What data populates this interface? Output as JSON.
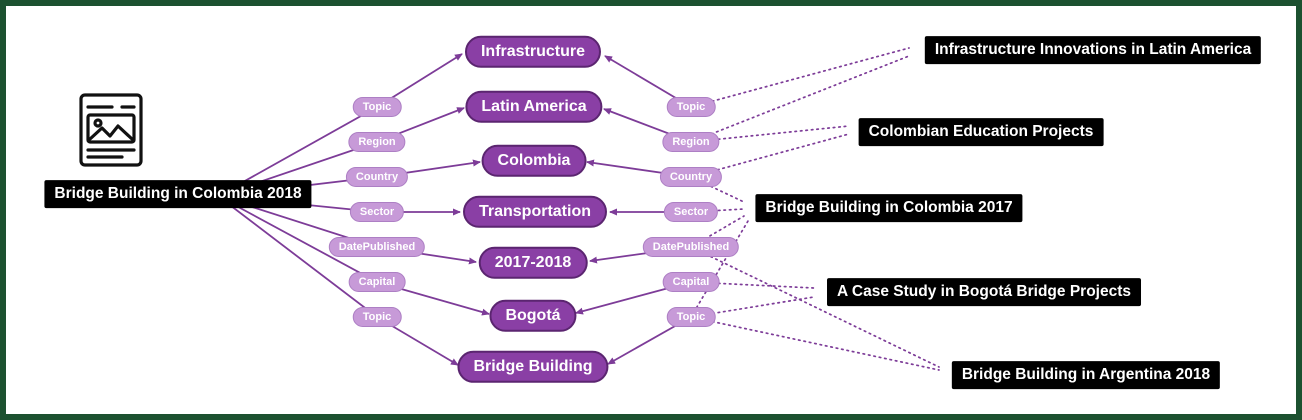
{
  "frame": {
    "border_color": "#1c5130",
    "background": "#ffffff"
  },
  "colors": {
    "entity_fill": "#8a3fa5",
    "entity_border": "#5b2570",
    "relation_fill": "#c79ad8",
    "edge_purple": "#7d3c98",
    "doc_label_bg": "#000000",
    "doc_label_text": "#ffffff"
  },
  "source_document": {
    "label": "Bridge Building in Colombia 2018",
    "icon": "article-icon"
  },
  "entities": [
    "Infrastructure",
    "Latin America",
    "Colombia",
    "Transportation",
    "2017-2018",
    "Bogotá",
    "Bridge Building"
  ],
  "relations_left": [
    "Topic",
    "Region",
    "Country",
    "Sector",
    "DatePublished",
    "Capital",
    "Topic"
  ],
  "relations_right": [
    "Topic",
    "Region",
    "Country",
    "Sector",
    "DatePublished",
    "Capital",
    "Topic"
  ],
  "related_documents": [
    "Infrastructure Innovations in Latin America",
    "Colombian Education Projects",
    "Bridge Building in Colombia 2017",
    "A Case Study in Bogotá Bridge Projects",
    "Bridge Building in Argentina 2018"
  ],
  "graph": {
    "source_edges": [
      {
        "relation": "Topic",
        "target": "Infrastructure"
      },
      {
        "relation": "Region",
        "target": "Latin America"
      },
      {
        "relation": "Country",
        "target": "Colombia"
      },
      {
        "relation": "Sector",
        "target": "Transportation"
      },
      {
        "relation": "DatePublished",
        "target": "2017-2018"
      },
      {
        "relation": "Capital",
        "target": "Bogotá"
      },
      {
        "relation": "Topic",
        "target": "Bridge Building"
      }
    ],
    "related_edges_dotted": [
      {
        "document": "Infrastructure Innovations in Latin America",
        "relation": "Topic"
      },
      {
        "document": "Infrastructure Innovations in Latin America",
        "relation": "Region"
      },
      {
        "document": "Colombian Education Projects",
        "relation": "Region"
      },
      {
        "document": "Colombian Education Projects",
        "relation": "Country"
      },
      {
        "document": "Bridge Building in Colombia 2017",
        "relation": "Country"
      },
      {
        "document": "Bridge Building in Colombia 2017",
        "relation": "Sector"
      },
      {
        "document": "Bridge Building in Colombia 2017",
        "relation": "DatePublished"
      },
      {
        "document": "Bridge Building in Colombia 2017",
        "relation": "Topic"
      },
      {
        "document": "A Case Study in Bogotá Bridge Projects",
        "relation": "Capital"
      },
      {
        "document": "A Case Study in Bogotá Bridge Projects",
        "relation": "Topic"
      },
      {
        "document": "Bridge Building in Argentina 2018",
        "relation": "DatePublished"
      },
      {
        "document": "Bridge Building in Argentina 2018",
        "relation": "Topic"
      }
    ]
  }
}
